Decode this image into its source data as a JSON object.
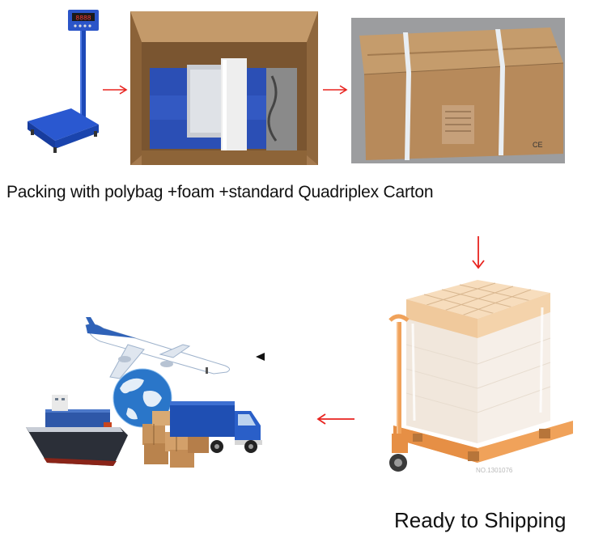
{
  "captions": {
    "packing": "Packing with  polybag +foam +standard Quadriplex Carton",
    "ready": "Ready to Shipping"
  },
  "images": {
    "scale": {
      "display": "8888"
    },
    "carton": {
      "mark": "CE"
    },
    "pallet": {
      "watermark": "NO.1301076"
    }
  },
  "icons": {
    "arrow": "arrow-icon",
    "pointer": "triangle-pointer-icon"
  },
  "colors": {
    "arrow": "#e8231f",
    "scale_blue": "#1f4ec2",
    "carton": "#b88a5a",
    "pallet_orange": "#f0a25a"
  }
}
